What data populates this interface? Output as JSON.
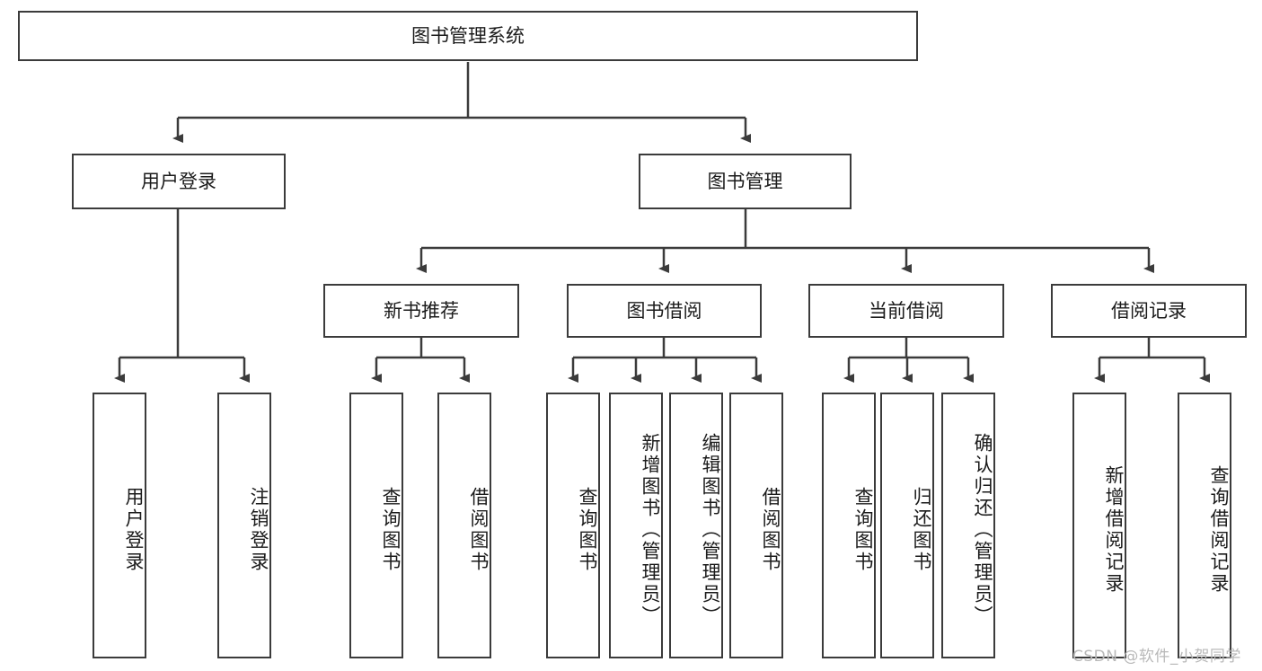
{
  "diagram": {
    "title": "图书管理系统",
    "root": {
      "id": "root",
      "label": "图书管理系统"
    },
    "level2": [
      {
        "id": "user-login",
        "label": "用户登录"
      },
      {
        "id": "book-manage",
        "label": "图书管理"
      }
    ],
    "level3": [
      {
        "id": "new-book-recommend",
        "label": "新书推荐"
      },
      {
        "id": "book-borrow",
        "label": "图书借阅"
      },
      {
        "id": "current-borrow",
        "label": "当前借阅"
      },
      {
        "id": "borrow-record",
        "label": "借阅记录"
      }
    ],
    "leaves": [
      {
        "id": "leaf-user-login",
        "label": "用户登录",
        "parent": "user-login"
      },
      {
        "id": "leaf-user-logout",
        "label": "注销登录",
        "parent": "user-login"
      },
      {
        "id": "leaf-query-book-1",
        "label": "查询图书",
        "parent": "new-book-recommend"
      },
      {
        "id": "leaf-borrow-book-1",
        "label": "借阅图书",
        "parent": "new-book-recommend"
      },
      {
        "id": "leaf-query-book-2",
        "label": "查询图书",
        "parent": "book-borrow"
      },
      {
        "id": "leaf-add-book",
        "label": "新增图书（管理员）",
        "parent": "book-borrow"
      },
      {
        "id": "leaf-edit-book",
        "label": "编辑图书（管理员）",
        "parent": "book-borrow"
      },
      {
        "id": "leaf-borrow-book-2",
        "label": "借阅图书",
        "parent": "book-borrow"
      },
      {
        "id": "leaf-query-book-3",
        "label": "查询图书",
        "parent": "current-borrow"
      },
      {
        "id": "leaf-return-book",
        "label": "归还图书",
        "parent": "current-borrow"
      },
      {
        "id": "leaf-confirm-return",
        "label": "确认归还（管理员）",
        "parent": "current-borrow"
      },
      {
        "id": "leaf-add-record",
        "label": "新增借阅记录",
        "parent": "borrow-record"
      },
      {
        "id": "leaf-query-record",
        "label": "查询借阅记录",
        "parent": "borrow-record"
      }
    ],
    "watermark": "CSDN @软件_小贺同学",
    "colors": {
      "stroke": "#3b3b3b",
      "fill": "#ffffff",
      "text": "#1b1b1b",
      "watermark": "#b9b9b9"
    }
  }
}
